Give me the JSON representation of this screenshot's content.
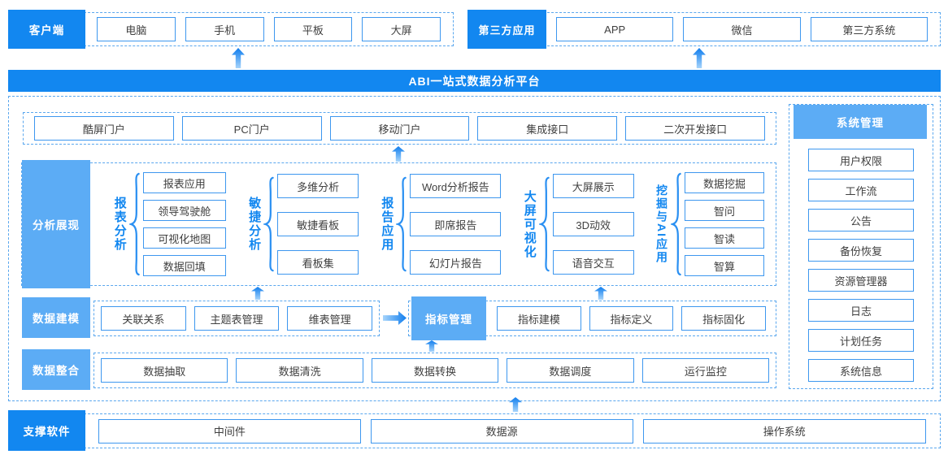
{
  "top": {
    "client": {
      "label": "客户端",
      "items": [
        "电脑",
        "手机",
        "平板",
        "大屏"
      ]
    },
    "third_party": {
      "label": "第三方应用",
      "items": [
        "APP",
        "微信",
        "第三方系统"
      ]
    }
  },
  "banner": {
    "title": "ABI一站式数据分析平台"
  },
  "platform": {
    "portals": [
      "酷屏门户",
      "PC门户",
      "移动门户",
      "集成接口",
      "二次开发接口"
    ],
    "analysis": {
      "label": "分析展现",
      "groups": [
        {
          "name": "报表分析",
          "items": [
            "报表应用",
            "领导驾驶舱",
            "可视化地图",
            "数据回填"
          ]
        },
        {
          "name": "敏捷分析",
          "items": [
            "多维分析",
            "敏捷看板",
            "看板集"
          ]
        },
        {
          "name": "报告应用",
          "items": [
            "Word分析报告",
            "即席报告",
            "幻灯片报告"
          ]
        },
        {
          "name": "大屏可视化",
          "items": [
            "大屏展示",
            "3D动效",
            "语音交互"
          ]
        },
        {
          "name": "挖掘与AI应用",
          "items": [
            "数据挖掘",
            "智问",
            "智读",
            "智算"
          ]
        }
      ]
    },
    "modeling": {
      "label": "数据建模",
      "items": [
        "关联关系",
        "主题表管理",
        "维表管理"
      ],
      "indicator": {
        "label": "指标管理",
        "items": [
          "指标建模",
          "指标定义",
          "指标固化"
        ]
      }
    },
    "integration": {
      "label": "数据整合",
      "items": [
        "数据抽取",
        "数据清洗",
        "数据转换",
        "数据调度",
        "运行监控"
      ]
    }
  },
  "system": {
    "label": "系统管理",
    "items": [
      "用户权限",
      "工作流",
      "公告",
      "备份恢复",
      "资源管理器",
      "日志",
      "计划任务",
      "系统信息"
    ]
  },
  "support": {
    "label": "支撑软件",
    "items": [
      "中间件",
      "数据源",
      "操作系统"
    ]
  },
  "colors": {
    "primary": "#1287F0",
    "light_blue": "#5CACF5",
    "box_border": "#3D97EF",
    "dashed_border": "#5AA7EE",
    "box_text": "#404040"
  }
}
